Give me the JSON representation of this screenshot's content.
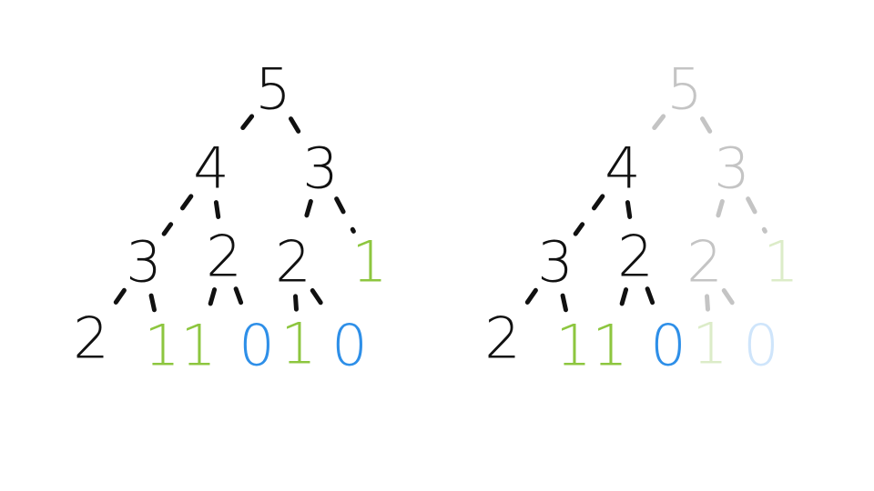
{
  "colors": {
    "default": "#111111",
    "one": "#8dc63f",
    "zero": "#2e8fe8",
    "faded_default": "#c4c4c4",
    "faded_one": "#dcecc8",
    "faded_zero": "#cfe5fb"
  },
  "trees": [
    {
      "name": "full-recursion-tree",
      "nodes": [
        {
          "id": "a",
          "label": "5",
          "kind": "default",
          "faded": false
        },
        {
          "id": "b",
          "label": "4",
          "kind": "default",
          "faded": false
        },
        {
          "id": "c",
          "label": "3",
          "kind": "default",
          "faded": false
        },
        {
          "id": "d",
          "label": "3",
          "kind": "default",
          "faded": false
        },
        {
          "id": "e",
          "label": "2",
          "kind": "default",
          "faded": false
        },
        {
          "id": "f",
          "label": "2",
          "kind": "default",
          "faded": false
        },
        {
          "id": "g",
          "label": "1",
          "kind": "one",
          "faded": false
        },
        {
          "id": "h",
          "label": "2",
          "kind": "default",
          "faded": false
        },
        {
          "id": "i",
          "label": "1",
          "kind": "one",
          "faded": false
        },
        {
          "id": "j",
          "label": "1",
          "kind": "one",
          "faded": false
        },
        {
          "id": "k",
          "label": "0",
          "kind": "zero",
          "faded": false
        },
        {
          "id": "l",
          "label": "1",
          "kind": "one",
          "faded": false
        },
        {
          "id": "m",
          "label": "0",
          "kind": "zero",
          "faded": false
        }
      ],
      "edges": [
        {
          "from": "a",
          "to": "b",
          "faded": false
        },
        {
          "from": "a",
          "to": "c",
          "faded": false
        },
        {
          "from": "b",
          "to": "d",
          "faded": false
        },
        {
          "from": "b",
          "to": "e",
          "faded": false
        },
        {
          "from": "c",
          "to": "f",
          "faded": false
        },
        {
          "from": "c",
          "to": "g",
          "faded": false
        },
        {
          "from": "d",
          "to": "h",
          "faded": false
        },
        {
          "from": "d",
          "to": "i",
          "faded": false
        },
        {
          "from": "e",
          "to": "j",
          "faded": false
        },
        {
          "from": "e",
          "to": "k",
          "faded": false
        },
        {
          "from": "f",
          "to": "l",
          "faded": false
        },
        {
          "from": "f",
          "to": "m",
          "faded": false
        }
      ]
    },
    {
      "name": "memoized-recursion-tree",
      "nodes": [
        {
          "id": "a",
          "label": "5",
          "kind": "default",
          "faded": true
        },
        {
          "id": "b",
          "label": "4",
          "kind": "default",
          "faded": false
        },
        {
          "id": "c",
          "label": "3",
          "kind": "default",
          "faded": true
        },
        {
          "id": "d",
          "label": "3",
          "kind": "default",
          "faded": false
        },
        {
          "id": "e",
          "label": "2",
          "kind": "default",
          "faded": false
        },
        {
          "id": "f",
          "label": "2",
          "kind": "default",
          "faded": true
        },
        {
          "id": "g",
          "label": "1",
          "kind": "one",
          "faded": true
        },
        {
          "id": "h",
          "label": "2",
          "kind": "default",
          "faded": false
        },
        {
          "id": "i",
          "label": "1",
          "kind": "one",
          "faded": false
        },
        {
          "id": "j",
          "label": "1",
          "kind": "one",
          "faded": false
        },
        {
          "id": "k",
          "label": "0",
          "kind": "zero",
          "faded": false
        },
        {
          "id": "l",
          "label": "1",
          "kind": "one",
          "faded": true
        },
        {
          "id": "m",
          "label": "0",
          "kind": "zero",
          "faded": true
        }
      ],
      "edges": [
        {
          "from": "a",
          "to": "b",
          "faded": true
        },
        {
          "from": "a",
          "to": "c",
          "faded": true
        },
        {
          "from": "b",
          "to": "d",
          "faded": false
        },
        {
          "from": "b",
          "to": "e",
          "faded": false
        },
        {
          "from": "c",
          "to": "f",
          "faded": true
        },
        {
          "from": "c",
          "to": "g",
          "faded": true
        },
        {
          "from": "d",
          "to": "h",
          "faded": false
        },
        {
          "from": "d",
          "to": "i",
          "faded": false
        },
        {
          "from": "e",
          "to": "j",
          "faded": false
        },
        {
          "from": "e",
          "to": "k",
          "faded": false
        },
        {
          "from": "f",
          "to": "l",
          "faded": true
        },
        {
          "from": "f",
          "to": "m",
          "faded": true
        }
      ]
    }
  ]
}
